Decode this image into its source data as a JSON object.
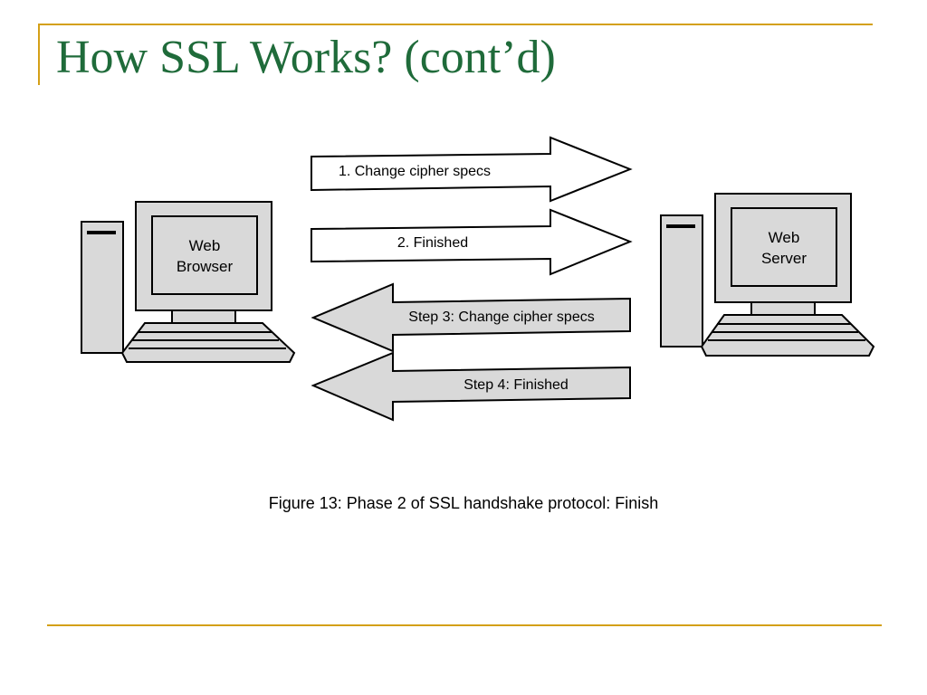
{
  "slide": {
    "title": "How SSL Works? (cont’d)",
    "caption": "Figure 13: Phase 2 of SSL handshake protocol: Finish"
  },
  "diagram": {
    "client_label_line1": "Web",
    "client_label_line2": "Browser",
    "server_label_line1": "Web",
    "server_label_line2": "Server",
    "messages": [
      {
        "label": "1. Change cipher specs",
        "direction": "to-server"
      },
      {
        "label": "2. Finished",
        "direction": "to-server"
      },
      {
        "label": "Step 3: Change cipher specs",
        "direction": "to-client"
      },
      {
        "label": "Step 4: Finished",
        "direction": "to-client"
      }
    ]
  },
  "colors": {
    "title": "#1f6b3a",
    "accent_rule": "#d4a017",
    "arrow_to_server": "#ffffff",
    "arrow_to_client": "#d9d9d9",
    "computer_fill": "#d9d9d9"
  }
}
